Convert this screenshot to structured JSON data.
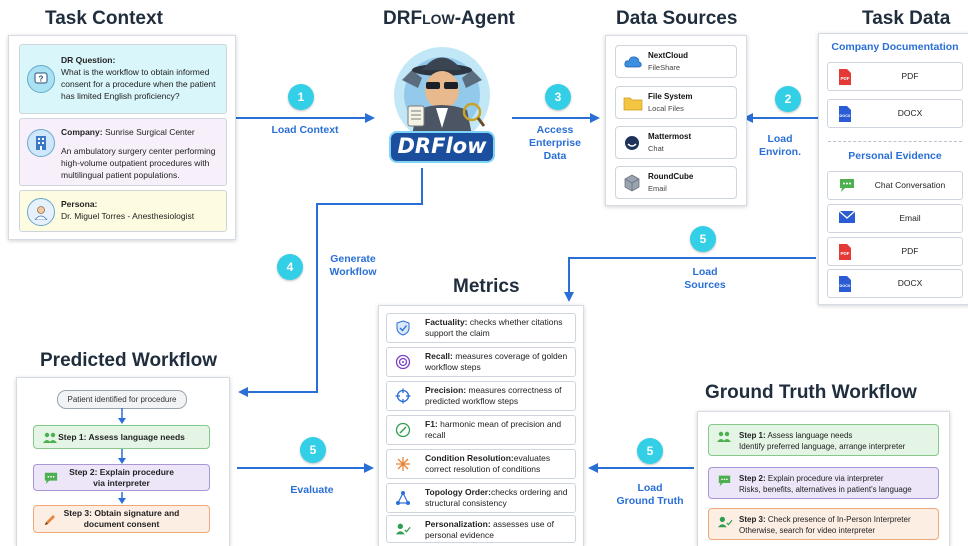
{
  "titles": {
    "task_context": "Task Context",
    "agent_prefix": "DRF",
    "agent_small": "LOW",
    "agent_suffix": "-Agent",
    "data_sources": "Data Sources",
    "task_data": "Task Data",
    "metrics": "Metrics",
    "predicted_workflow": "Predicted Workflow",
    "ground_truth_workflow": "Ground Truth Workflow"
  },
  "logo_text": "DRFlow",
  "task_context": {
    "question_label": "DR Question:",
    "question_text": "What is the workflow to obtain informed consent for a procedure when the patient has limited English proficiency?",
    "company_label": "Company:",
    "company_name": "Sunrise Surgical Center",
    "company_desc": "An ambulatory surgery center performing high-volume outpatient procedures with multilingual patient populations.",
    "persona_label": "Persona:",
    "persona_name": "Dr. Miguel Torres - Anesthesiologist"
  },
  "data_sources": [
    {
      "name": "NextCloud",
      "sub": "FileShare",
      "icon": "cloud-icon"
    },
    {
      "name": "File System",
      "sub": "Local Files",
      "icon": "folder-icon"
    },
    {
      "name": "Mattermost",
      "sub": "Chat",
      "icon": "chat-icon"
    },
    {
      "name": "RoundCube",
      "sub": "Email",
      "icon": "cube-icon"
    }
  ],
  "task_data": {
    "company_docs_title": "Company Documentation",
    "company_docs": [
      "PDF",
      "DOCX"
    ],
    "personal_title": "Personal Evidence",
    "personal": [
      "Chat Conversation",
      "Email",
      "PDF",
      "DOCX"
    ],
    "pdf_tag": "PDF",
    "docx_tag": "DOCX"
  },
  "edges": {
    "e1_num": "1",
    "e1_label": "Load Context",
    "e2_num": "2",
    "e2_label_1": "Load",
    "e2_label_2": "Environ.",
    "e3_num": "3",
    "e3_label_1": "Access",
    "e3_label_2": "Enterprise",
    "e3_label_3": "Data",
    "e4_num": "4",
    "e4_label_1": "Generate",
    "e4_label_2": "Workflow",
    "e5a_num": "5",
    "e5a_label_1": "Load",
    "e5a_label_2": "Sources",
    "e5b_num": "5",
    "e5b_label": "Evaluate",
    "e5c_num": "5",
    "e5c_label_1": "Load",
    "e5c_label_2": "Ground Truth"
  },
  "metrics": [
    {
      "name": "Factuality:",
      "desc": "checks whether citations support the claim",
      "icon": "shield-check-icon"
    },
    {
      "name": "Recall:",
      "desc": "measures coverage of golden workflow steps",
      "icon": "target-icon"
    },
    {
      "name": "Precision:",
      "desc": "measures correctness of predicted workflow steps",
      "icon": "crosshair-icon"
    },
    {
      "name": "F1:",
      "desc": "harmonic mean of precision and recall",
      "icon": "gauge-icon"
    },
    {
      "name": "Condition Resolution:",
      "desc": "evaluates correct resolution of conditions",
      "icon": "spark-icon"
    },
    {
      "name": "Topology Order:",
      "desc": "checks ordering and structural consistency",
      "icon": "graph-icon"
    },
    {
      "name": "Personalization:",
      "desc": "assesses use of personal evidence",
      "icon": "user-check-icon"
    }
  ],
  "predicted_workflow": {
    "start": "Patient identified for procedure",
    "step1": "Step 1: Assess language needs",
    "step2_1": "Step 2: Explain procedure",
    "step2_2": "via interpreter",
    "step3_1": "Step 3: Obtain signature and",
    "step3_2": "document consent"
  },
  "ground_truth": [
    {
      "label": "Step 1:",
      "line1": "Assess language needs",
      "line2": "Identify preferred language, arrange interpreter"
    },
    {
      "label": "Step 2:",
      "line1": "Explain procedure via interpreter",
      "line2": "Risks, benefits, alternatives in patient's language"
    },
    {
      "label": "Step 3:",
      "line1": "Check presence of In-Person Interpreter",
      "line2": "Otherwise, search for video interpreter"
    }
  ],
  "colors": {
    "arrow": "#2a6fd6",
    "badge": "#33cfe6",
    "question_bg": "#d9f6fb",
    "company_bg": "#f7f0fb",
    "persona_bg": "#fdfbe0",
    "step1_bg": "#e5f5e5",
    "step2_bg": "#ece6f8",
    "step3_bg": "#fdeee4"
  }
}
